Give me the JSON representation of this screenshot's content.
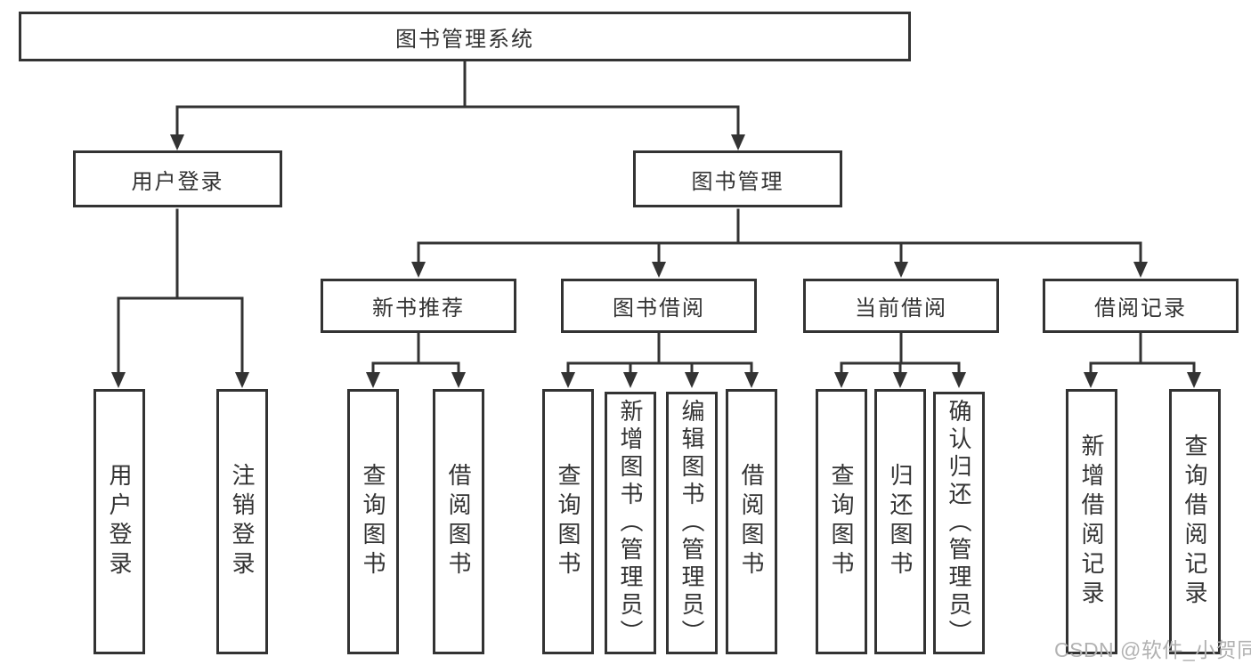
{
  "tree": {
    "root": {
      "label": "图书管理系统"
    },
    "branches": [
      {
        "label": "用户登录",
        "children": [
          {
            "label": "用户登录"
          },
          {
            "label": "注销登录"
          }
        ]
      },
      {
        "label": "图书管理",
        "groups": [
          {
            "label": "新书推荐",
            "children": [
              {
                "label": "查询图书"
              },
              {
                "label": "借阅图书"
              }
            ]
          },
          {
            "label": "图书借阅",
            "children": [
              {
                "label": "查询图书"
              },
              {
                "label": "新增图书（管理员）"
              },
              {
                "label": "编辑图书（管理员）"
              },
              {
                "label": "借阅图书"
              }
            ]
          },
          {
            "label": "当前借阅",
            "children": [
              {
                "label": "查询图书"
              },
              {
                "label": "归还图书"
              },
              {
                "label": "确认归还（管理员）"
              }
            ]
          },
          {
            "label": "借阅记录",
            "children": [
              {
                "label": "新增借阅记录"
              },
              {
                "label": "查询借阅记录"
              }
            ]
          }
        ]
      }
    ]
  },
  "watermark": {
    "text": "CSDN @软件_小贺同学",
    "color": "#b2b2b2"
  },
  "colors": {
    "line": "#333333",
    "node_border": "#333333",
    "node_fill": "#ffffff",
    "text": "#333333",
    "background": "#ffffff"
  }
}
